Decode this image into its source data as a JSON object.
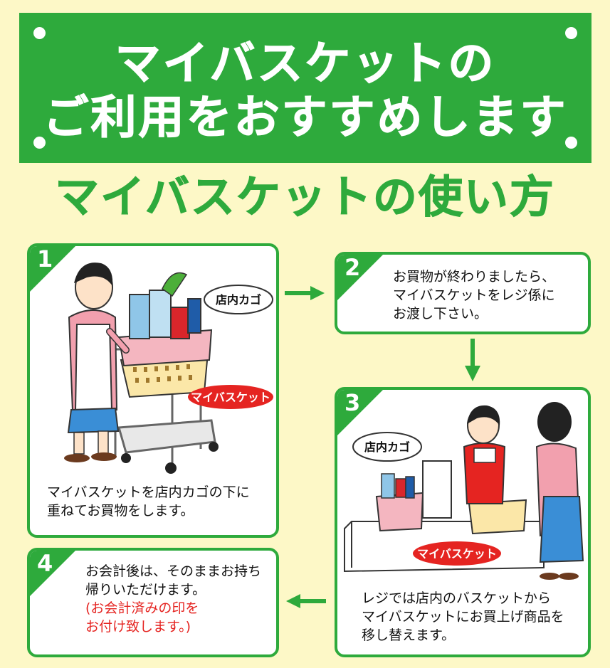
{
  "banner": {
    "line1": "マイバスケットの",
    "line2": "ご利用をおすすめします"
  },
  "subtitle": "マイバスケットの使い方",
  "steps": [
    {
      "number": "1",
      "text_lines": [
        "マイバスケットを店内カゴの下に",
        "重ねてお買物をします。"
      ],
      "callout_basket": "店内カゴ",
      "callout_my": "マイバスケット"
    },
    {
      "number": "2",
      "text_lines": [
        "お買物が終わりましたら、",
        "マイバスケットをレジ係に",
        "お渡し下さい。"
      ]
    },
    {
      "number": "3",
      "text_lines": [
        "レジでは店内のバスケットから",
        "マイバスケットにお買上げ商品を",
        "移し替えます。"
      ],
      "callout_basket": "店内カゴ",
      "callout_my": "マイバスケット"
    },
    {
      "number": "4",
      "text_lines": [
        "お会計後は、そのままお持ち",
        "帰りいただけます。"
      ],
      "note_lines": [
        "(お会計済みの印を",
        "お付け致します。)"
      ]
    }
  ],
  "colors": {
    "green": "#2eaa3c",
    "background": "#fdf8c7",
    "red": "#e52421"
  }
}
